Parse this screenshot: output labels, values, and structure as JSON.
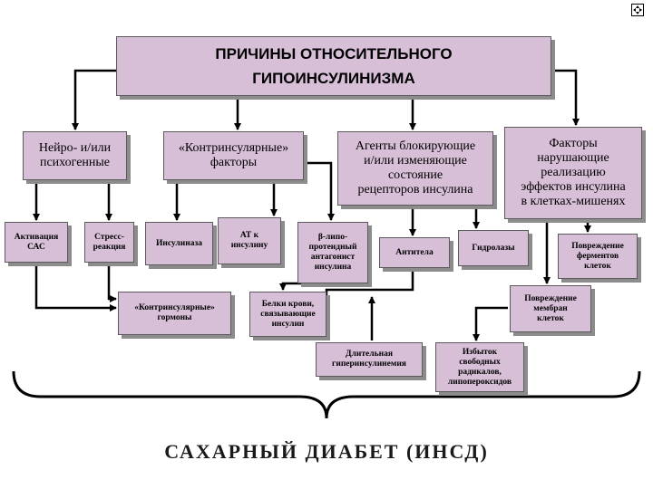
{
  "title": "ПРИЧИНЫ ОТНОСИТЕЛЬНОГО\nГИПОИНСУЛИНИЗМА",
  "categories": {
    "neuro": "Нейро- и/или\nпсихогенные",
    "contra": "«Контринсулярные»\nфакторы",
    "agents": "Агенты блокирующие\nи/или изменяющие\nсостояние\nрецепторов инсулина",
    "factors": "Факторы\nнарушающие\nреализацию\nэффектов инсулина\nв клетках-мишенях"
  },
  "subitems": {
    "sas": "Активация\nСАС",
    "stress": "Стресс-\nреакция",
    "insulinase": "Инсулиназа",
    "at": "АТ к\nинсулину",
    "beta": "β-липо-\nпротеидный\nантагонист\nинсулина",
    "antibodies": "Антитела",
    "hydrolases": "Гидролазы",
    "enzymes": "Повреждение\nферментов\nклеток",
    "contra_hormones": "«Контринсулярные»\nгормоны",
    "blood_proteins": "Белки крови,\nсвязывающие\nинсулин",
    "membranes": "Повреждение\nмембран\nклеток",
    "hyperinsulinemia": "Длительная\nгиперинсулинемия",
    "radicals": "Избыток\nсвободных\nрадикалов,\nлипопероксидов"
  },
  "footer": "САХАРНЫЙ  ДИАБЕТ (ИНСД)",
  "icons": {
    "corner": "navigation-icon"
  },
  "colors": {
    "box_fill": "#d8bfd8",
    "border": "#5a5a5a",
    "shadow": "#8c8c8c",
    "line": "#000000"
  }
}
